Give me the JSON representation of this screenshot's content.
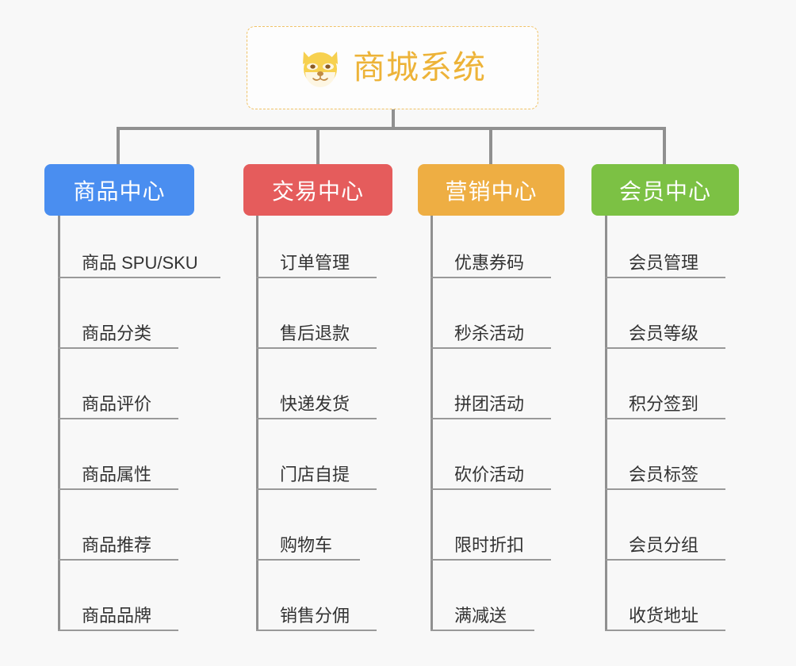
{
  "diagram": {
    "type": "org-tree",
    "background_color": "#f8f8f8",
    "root": {
      "title": "商城系统",
      "icon": "shiba-dog-face-icon",
      "text_color": "#edb338",
      "border_color": "#f0c266",
      "background_color": "#fdfdfd"
    },
    "connector_color": "#909090",
    "leaf_text_color": "#333333",
    "leaf_underline_color": "#999999",
    "columns": [
      {
        "label": "商品中心",
        "color": "#4a8ef0",
        "items": [
          "商品 SPU/SKU",
          "商品分类",
          "商品评价",
          "商品属性",
          "商品推荐",
          "商品品牌"
        ]
      },
      {
        "label": "交易中心",
        "color": "#e55c5c",
        "items": [
          "订单管理",
          "售后退款",
          "快递发货",
          "门店自提",
          "购物车",
          "销售分佣"
        ]
      },
      {
        "label": "营销中心",
        "color": "#eeae43",
        "items": [
          "优惠券码",
          "秒杀活动",
          "拼团活动",
          "砍价活动",
          "限时折扣",
          "满减送"
        ]
      },
      {
        "label": "会员中心",
        "color": "#7cc144",
        "items": [
          "会员管理",
          "会员等级",
          "积分签到",
          "会员标签",
          "会员分组",
          "收货地址"
        ]
      }
    ]
  }
}
